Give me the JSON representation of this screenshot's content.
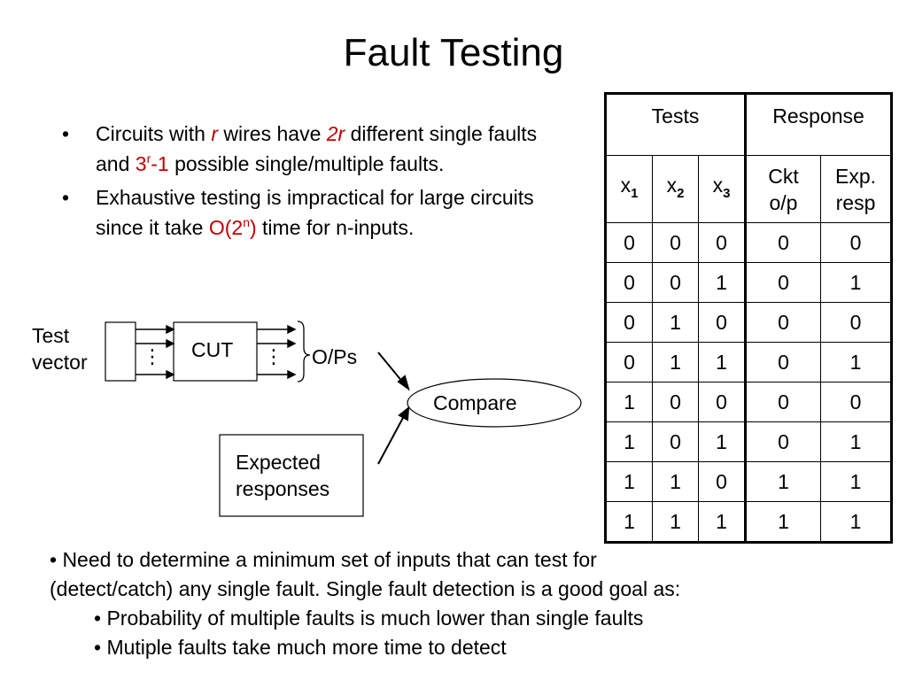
{
  "slide": {
    "title": "Fault Testing",
    "bullets": [
      {
        "symbol": "•",
        "parts": [
          {
            "text": "Circuits with ",
            "style": "normal"
          },
          {
            "text": "r",
            "style": "red-italic"
          },
          {
            "text": " wires have ",
            "style": "normal"
          },
          {
            "text": "2r",
            "style": "red-italic"
          },
          {
            "text": " different single faults and ",
            "style": "normal"
          },
          {
            "text": "3",
            "style": "red"
          },
          {
            "text": "r",
            "style": "red-sup"
          },
          {
            "text": "-1",
            "style": "red"
          },
          {
            "text": " possible single/multiple faults.",
            "style": "normal"
          }
        ]
      },
      {
        "symbol": "•",
        "parts": [
          {
            "text": "Exhaustive testing is impractical for large circuits since it take ",
            "style": "normal"
          },
          {
            "text": "O(2",
            "style": "red"
          },
          {
            "text": "n",
            "style": "red-sup"
          },
          {
            "text": ")",
            "style": "red"
          },
          {
            "text": " time for n-inputs.",
            "style": "normal"
          }
        ]
      }
    ],
    "diagram": {
      "test_vector_line1": "Test",
      "test_vector_line2": "vector",
      "cut_label": "CUT",
      "ops_label": "O/Ps",
      "compare_label": "Compare",
      "expected_line1": "Expected",
      "expected_line2": "responses",
      "dots": "⋮"
    },
    "table": {
      "group_tests": "Tests",
      "group_response": "Response",
      "columns": [
        {
          "base": "x",
          "sub": "1"
        },
        {
          "base": "x",
          "sub": "2"
        },
        {
          "base": "x",
          "sub": "3"
        },
        {
          "line1": "Ckt",
          "line2": "o/p"
        },
        {
          "line1": "Exp.",
          "line2": "resp"
        }
      ],
      "rows": [
        [
          "0",
          "0",
          "0",
          "0",
          "0"
        ],
        [
          "0",
          "0",
          "1",
          "0",
          "1"
        ],
        [
          "0",
          "1",
          "0",
          "0",
          "0"
        ],
        [
          "0",
          "1",
          "1",
          "0",
          "1"
        ],
        [
          "1",
          "0",
          "0",
          "0",
          "0"
        ],
        [
          "1",
          "0",
          "1",
          "0",
          "1"
        ],
        [
          "1",
          "1",
          "0",
          "1",
          "1"
        ],
        [
          "1",
          "1",
          "1",
          "1",
          "1"
        ]
      ]
    },
    "bottom": {
      "line1": "• Need to determine a minimum set of inputs that can test for",
      "line2": "(detect/catch) any single fault. Single fault detection is a good goal as:",
      "sub1": "• Probability of multiple faults is much lower than single faults",
      "sub2": "• Mutiple faults take much more time to detect"
    }
  }
}
